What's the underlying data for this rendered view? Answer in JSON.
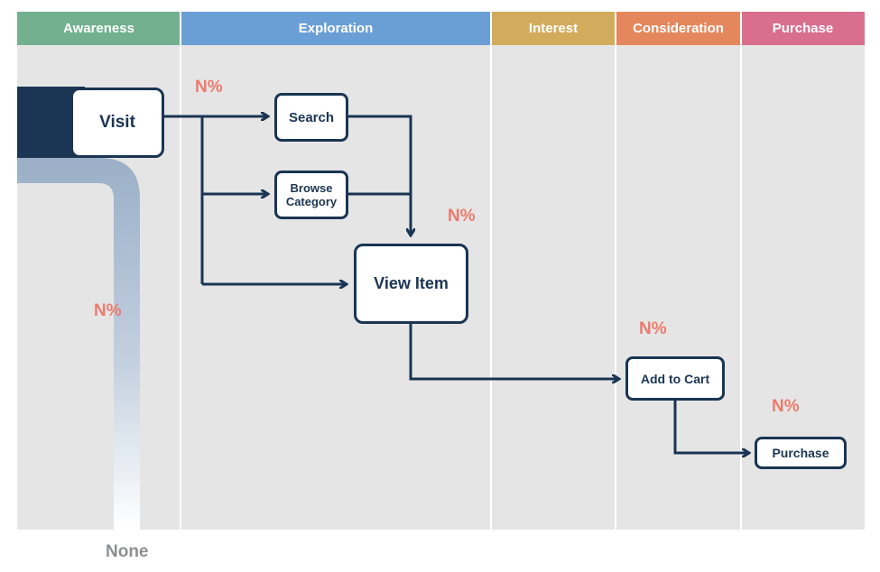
{
  "stages": [
    {
      "label": "Awareness",
      "color": "#72b08f"
    },
    {
      "label": "Exploration",
      "color": "#6a9fd6"
    },
    {
      "label": "Interest",
      "color": "#d2ac5c"
    },
    {
      "label": "Consideration",
      "color": "#e5875d"
    },
    {
      "label": "Purchase",
      "color": "#d96e8e"
    }
  ],
  "nodes": {
    "visit": "Visit",
    "search": "Search",
    "browse_line1": "Browse",
    "browse_line2": "Category",
    "view_item": "View Item",
    "add_to_cart": "Add to Cart",
    "purchase": "Purchase"
  },
  "percentages": {
    "visit_out": "N%",
    "dropoff": "N%",
    "view_item_in": "N%",
    "add_to_cart_in": "N%",
    "purchase_in": "N%"
  },
  "dropoff_label": "None",
  "colors": {
    "node_border": "#1a3553",
    "arrow": "#1a3553",
    "percent": "#ec7b6e",
    "lane": "#e5e5e5"
  }
}
